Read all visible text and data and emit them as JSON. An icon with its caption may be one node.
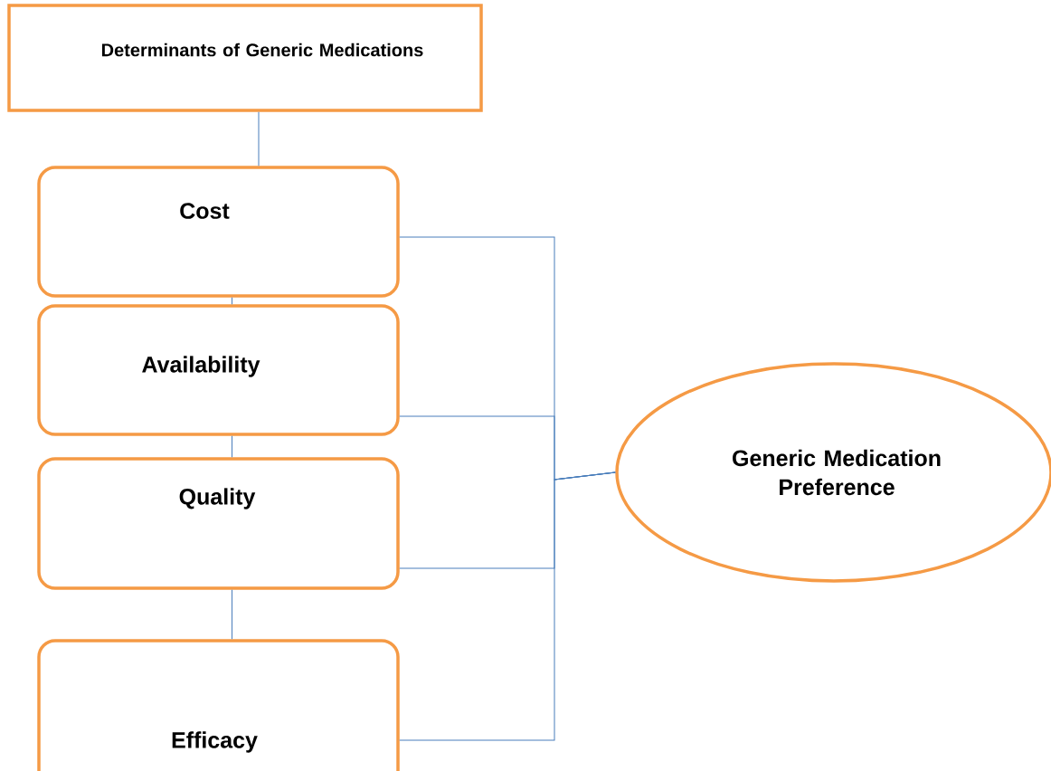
{
  "diagram": {
    "nodes": [
      {
        "text": [
          "Determinants of Generic Medications"
        ]
      },
      {
        "text": [
          "Cost"
        ]
      },
      {
        "text": [
          "Availability"
        ]
      },
      {
        "text": [
          "Quality"
        ]
      },
      {
        "text": [
          "Efficacy"
        ]
      },
      {
        "text": [
          "Generic Medication Preference"
        ]
      }
    ],
    "edges": [
      {
        "from": 0,
        "to": 1,
        "arrow": "none"
      },
      {
        "from": 1,
        "to": 2,
        "arrow": "none"
      },
      {
        "from": 2,
        "to": 3,
        "arrow": "none"
      },
      {
        "from": 3,
        "to": 4,
        "arrow": "none"
      },
      {
        "from": 1,
        "to": 5,
        "arrow": "none"
      },
      {
        "from": 2,
        "to": 5,
        "arrow": "none"
      },
      {
        "from": 3,
        "to": 5,
        "arrow": "none"
      },
      {
        "from": 4,
        "to": 5,
        "arrow": "none"
      }
    ]
  }
}
